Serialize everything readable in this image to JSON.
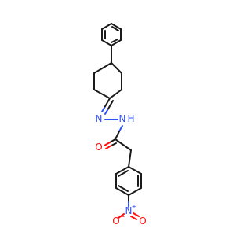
{
  "molecule": {
    "atoms": {
      "hydrazone_n1": "N",
      "hydrazone_nh_n": "N",
      "hydrazone_nh_h": "H",
      "carbonyl_o": "O",
      "nitro_n": "N",
      "nitro_n_charge": "+",
      "nitro_o_top": "O",
      "nitro_o_left": "O",
      "nitro_o_left_charge": "−"
    },
    "colors": {
      "carbon_bond": "#1a1a1a",
      "nitrogen": "#3050f8",
      "oxygen": "#ff0d0d"
    }
  }
}
